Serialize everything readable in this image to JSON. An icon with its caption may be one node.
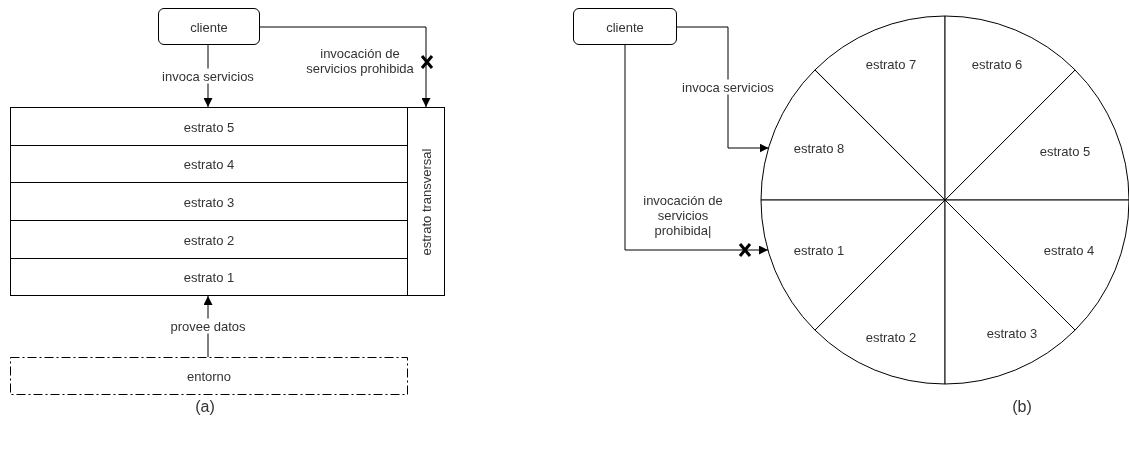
{
  "diagram": {
    "nodes": [
      {
        "text": [
          "cliente"
        ]
      },
      {
        "text": [
          "estrato 5"
        ]
      },
      {
        "text": [
          "estrato 4"
        ]
      },
      {
        "text": [
          "estrato 3"
        ]
      },
      {
        "text": [
          "estrato 2"
        ]
      },
      {
        "text": [
          "estrato 1"
        ]
      },
      {
        "text": [
          "estrato transversal"
        ]
      },
      {
        "text": [
          "entorno"
        ]
      },
      {
        "text": [
          "cliente"
        ]
      },
      {
        "text": [
          "estrato 7"
        ]
      },
      {
        "text": [
          "estrato 6"
        ]
      },
      {
        "text": [
          "estrato 8"
        ]
      },
      {
        "text": [
          "estrato 5"
        ]
      },
      {
        "text": [
          "estrato 1"
        ]
      },
      {
        "text": [
          "estrato 4"
        ]
      },
      {
        "text": [
          "estrato 2"
        ]
      },
      {
        "text": [
          "estrato 3"
        ]
      }
    ],
    "edges": [
      {
        "from": 0,
        "to": 1,
        "arrow": "to",
        "label": "invoca servicios"
      },
      {
        "from": 0,
        "to": 6,
        "arrow": "to",
        "label": "invocación de servicios prohibida"
      },
      {
        "from": 7,
        "to": 5,
        "arrow": "to",
        "label": "provee datos"
      },
      {
        "from": 8,
        "to": 11,
        "arrow": "to",
        "label": "invoca servicios"
      },
      {
        "from": 8,
        "to": 13,
        "arrow": "to",
        "label": "invocación de servicios prohibida|"
      }
    ],
    "labels": [
      "(a)",
      "(b)"
    ]
  }
}
